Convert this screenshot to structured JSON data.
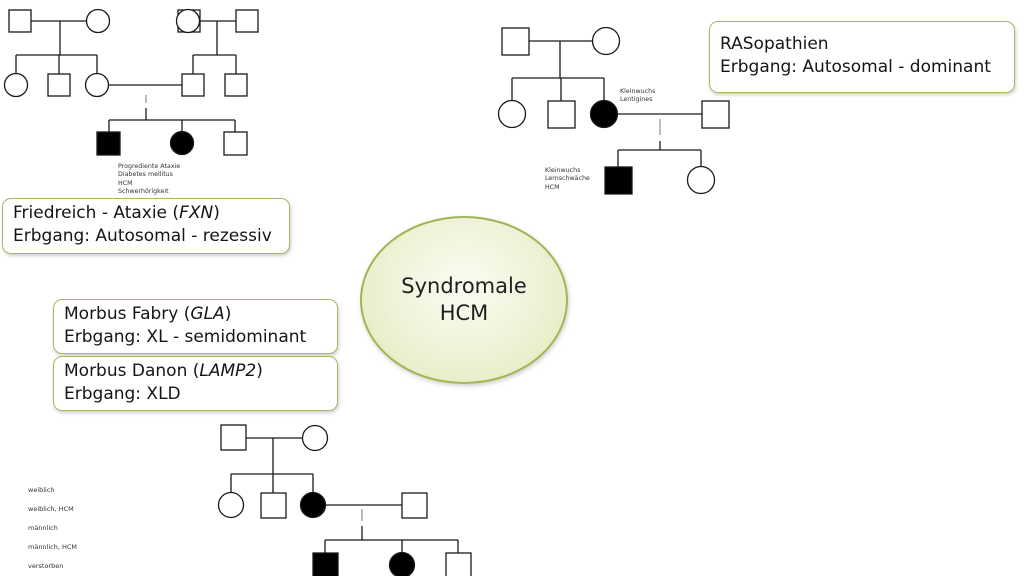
{
  "center": {
    "line1": "Syndromale",
    "line2": "HCM"
  },
  "boxes": {
    "rasopathien": {
      "line1": "RASopathien",
      "line2": "Erbgang: Autosomal - dominant"
    },
    "friedreich": {
      "name": "Friedreich - Ataxie (",
      "gene": "FXN",
      "close": ")",
      "line2": "Erbgang: Autosomal - rezessiv"
    },
    "fabry": {
      "name": "Morbus Fabry (",
      "gene": "GLA",
      "close": ")",
      "line2": "Erbgang: XL - semidominant"
    },
    "danon": {
      "name": "Morbus Danon (",
      "gene": "LAMP2",
      "close": ")",
      "line2": "Erbgang: XLD"
    }
  },
  "annotations": {
    "friedreich": [
      "Progrediente Ataxie",
      "Diabetes mellitus",
      "HCM",
      "Schwerhörigkeit"
    ],
    "raso_mother": [
      "Kleinwuchs",
      "Lentigines"
    ],
    "raso_child": [
      "Kleinwuchs",
      "Lernschwäche",
      "HCM"
    ]
  },
  "legend": [
    "weiblich",
    "weiblich, HCM",
    "männlich",
    "männlich, HCM",
    "verstorben"
  ],
  "colors": {
    "accent_border": "#a7ba62",
    "ellipse_fill": "#eef2d6",
    "affected": "#000000"
  }
}
